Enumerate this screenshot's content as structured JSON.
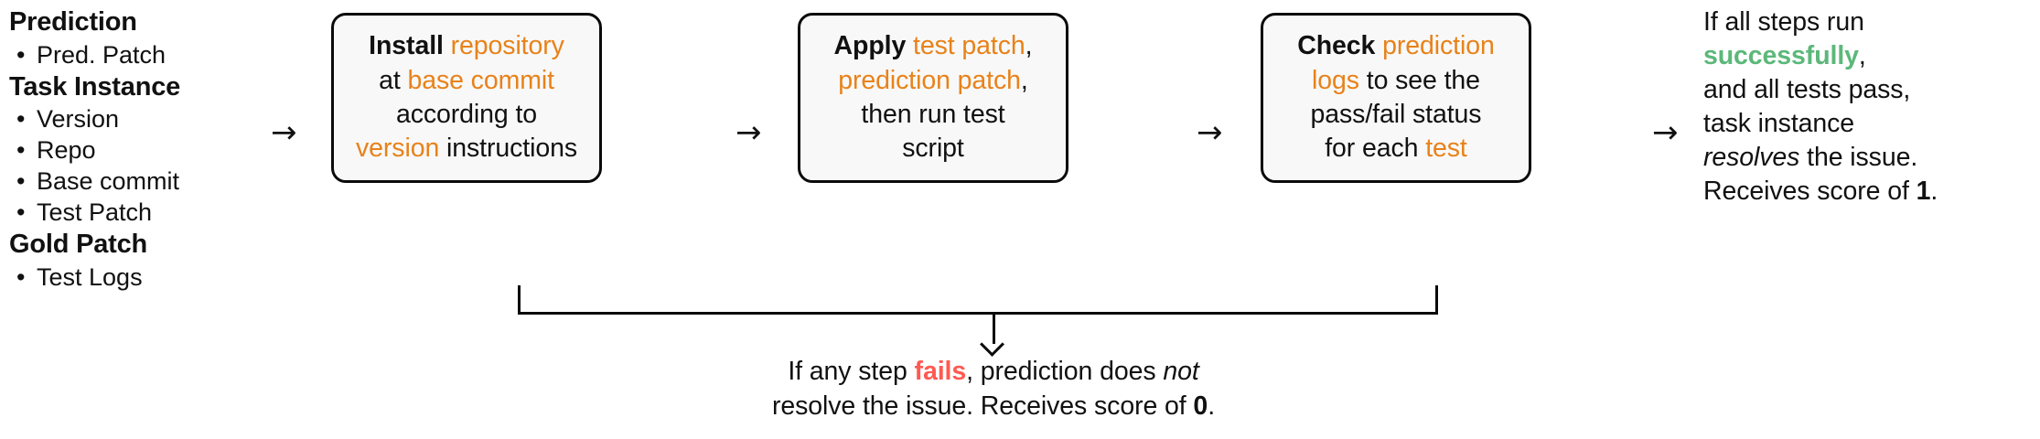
{
  "legend": {
    "groups": [
      {
        "heading": "Prediction",
        "items": [
          "Pred. Patch"
        ]
      },
      {
        "heading": "Task Instance",
        "items": [
          "Version",
          "Repo",
          "Base commit",
          "Test Patch"
        ]
      },
      {
        "heading": "Gold Patch",
        "items": [
          "Test Logs"
        ]
      }
    ],
    "bullet_glyph": "•"
  },
  "arrows": {
    "glyph": "→",
    "between_legend_and_step1": "→",
    "between_step1_and_step2": "→",
    "between_step2_and_step3": "→",
    "between_step3_and_outcome": "→"
  },
  "steps": [
    {
      "name": "install-repository",
      "verb": "Install",
      "line1_rest": " repository",
      "line2": "at base commit",
      "line3": "according to",
      "line4": "version instructions",
      "highlights": [
        "repository",
        "base commit",
        "version"
      ]
    },
    {
      "name": "apply-patches",
      "verb": "Apply",
      "line1_rest": " test patch,",
      "line2": "prediction patch,",
      "line3": "then run test",
      "line4": "script",
      "highlights": [
        "test patch",
        "prediction patch"
      ]
    },
    {
      "name": "check-logs",
      "verb": "Check",
      "line1_rest": " prediction",
      "line2": "logs to see the",
      "line3": "pass/fail status",
      "line4": "for each test",
      "highlights": [
        "prediction",
        "logs",
        "test"
      ]
    }
  ],
  "step_text": {
    "box1": {
      "verb": "Install",
      "f1": "repository",
      "t1": "at ",
      "f2": "base commit",
      "t2": "according to",
      "f3": "version",
      "t3": " instructions"
    },
    "box2": {
      "verb": "Apply",
      "f1": "test patch",
      "c1": ",",
      "f2": "prediction patch",
      "c2": ",",
      "t2": "then run test",
      "t3": "script"
    },
    "box3": {
      "verb": "Check",
      "f1": "prediction",
      "f2": "logs",
      "t1": " to see the",
      "t2": "pass/fail status",
      "t3": "for each ",
      "f3": "test"
    }
  },
  "outcome": {
    "name": "success-outcome",
    "line1": "If all steps run",
    "success_word": "successfully",
    "after_success": ",",
    "line2": "and all tests pass,",
    "line3": "task instance",
    "italic_word": "resolves",
    "line4_rest": " the issue.",
    "line5_prefix": "Receives score of ",
    "score": "1",
    "line5_suffix": "."
  },
  "failure": {
    "name": "failure-caption",
    "prefix": "If any step ",
    "fail_word": "fails",
    "middle": ", prediction does ",
    "italic_word": "not",
    "line2_prefix": "resolve the issue. Receives score of ",
    "score": "0",
    "line2_suffix": "."
  },
  "colors": {
    "highlight_orange": "#e8821a",
    "success_green": "#5cb87a",
    "failure_red": "#ff5a52",
    "box_fill": "#f8f8f8",
    "box_border": "#0a0a0a",
    "text": "#111111",
    "background": "#ffffff"
  }
}
